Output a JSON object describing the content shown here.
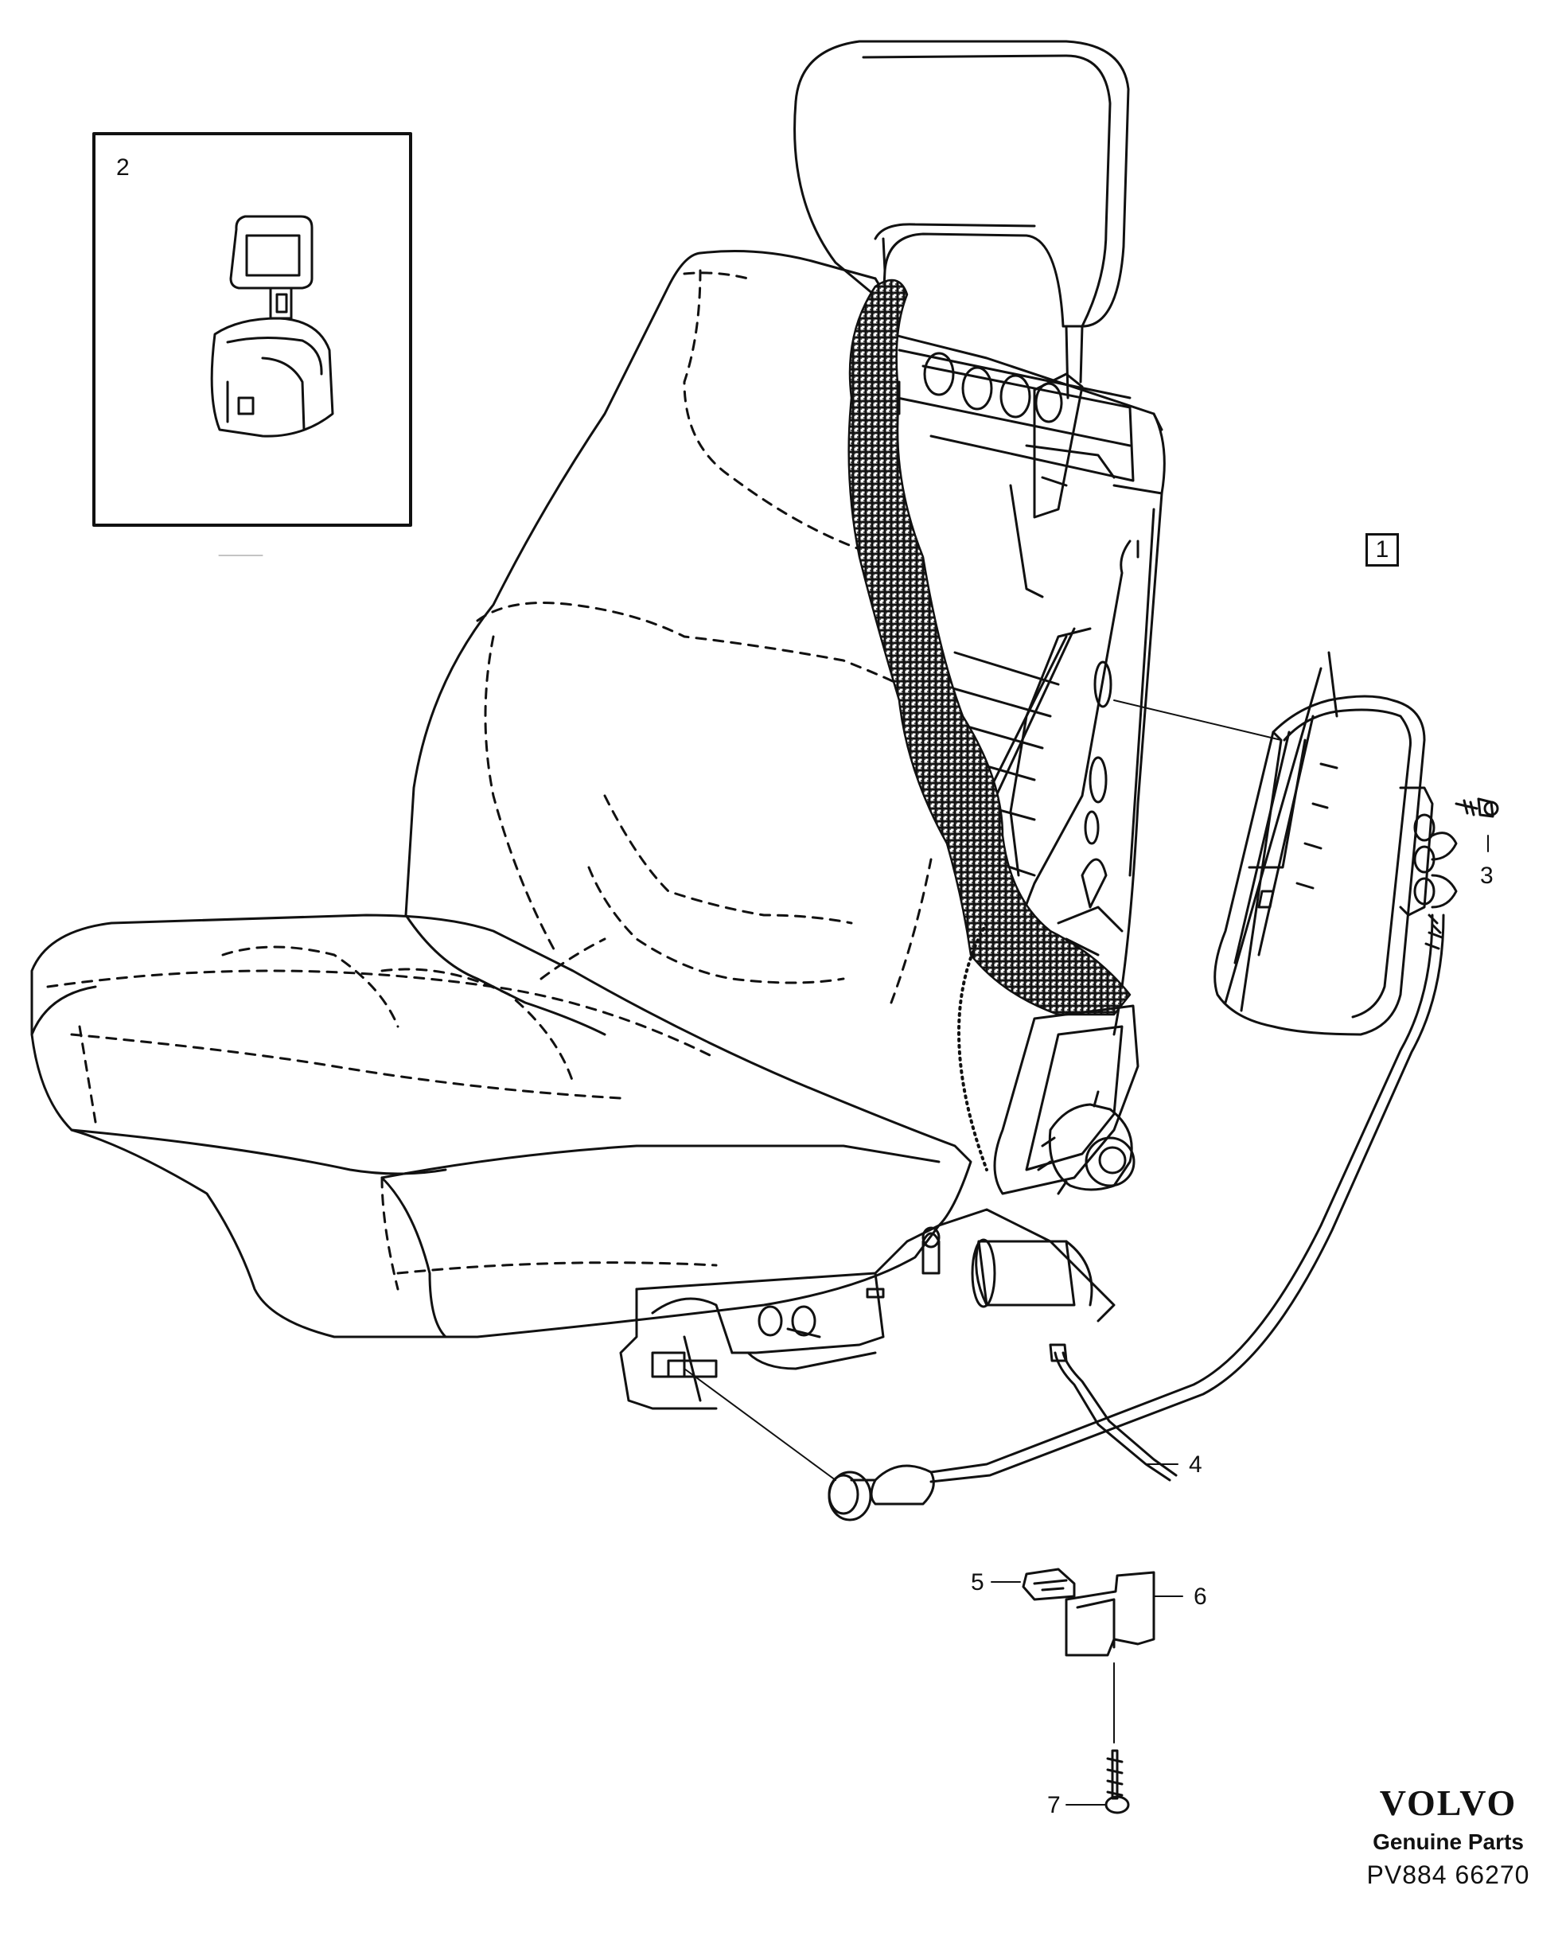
{
  "callouts": {
    "c1": "1",
    "c2": "2",
    "c3": "3",
    "c4": "4",
    "c5": "5",
    "c6": "6",
    "c7": "7"
  },
  "brand": {
    "logo": "VOLVO",
    "subtitle": "Genuine Parts",
    "code": "PV884 66270"
  },
  "colors": {
    "line": "#111111",
    "background": "#ffffff",
    "foam": "#444444"
  }
}
